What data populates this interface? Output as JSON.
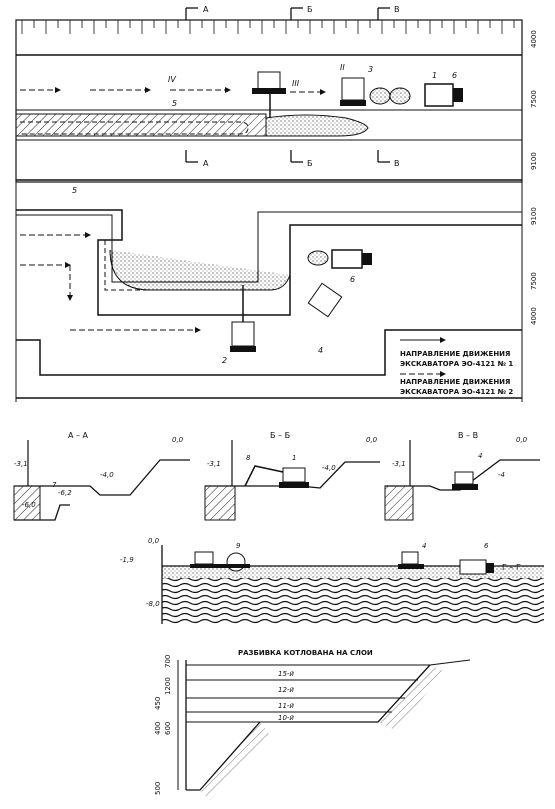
{
  "plan": {
    "sections": {
      "a": "А",
      "b": "Б",
      "v": "В"
    },
    "dims_top": [
      "4000",
      "7500",
      "9100"
    ],
    "dims_mid": [
      "9100",
      "7500",
      "4000"
    ],
    "markers_top": {
      "iv": "IV",
      "iii": "III",
      "ii": "II",
      "n3": "3",
      "n1": "1",
      "n6": "6",
      "n5": "5"
    },
    "markers_mid": {
      "n5": "5",
      "n6": "6",
      "n4": "4",
      "n2": "2"
    }
  },
  "legend": {
    "line1a": "НАПРАВЛЕНИЕ ДВИЖЕНИЯ",
    "line1b": "ЭКСКАВАТОРА ЭО-4121 № 1",
    "line2a": "НАПРАВЛЕНИЕ ДВИЖЕНИЯ",
    "line2b": "ЭКСКАВАТОРА ЭО-4121 № 2"
  },
  "sections": {
    "aa": {
      "title": "А – А",
      "l1": "-3,1",
      "l2": "-4,0",
      "l3": "0,0",
      "l4": "-6,0",
      "l5": "-6,2",
      "n7": "7"
    },
    "bb": {
      "title": "Б – Б",
      "l1": "-3,1",
      "l2": "-4,0",
      "l3": "0,0",
      "n8": "8",
      "n1": "1"
    },
    "vv": {
      "title": "В – В",
      "l1": "-3,1",
      "l2": "-4",
      "l3": "0,0",
      "n4": "4"
    },
    "gg": {
      "title": "Г – Г",
      "l1": "0,0",
      "l2": "-1,9",
      "l3": "-8,0",
      "n9": "9",
      "n4": "4",
      "n6": "6"
    }
  },
  "layers": {
    "title": "РАЗБИВКА КОТЛОВАНА НА СЛОИ",
    "items": [
      "15-й",
      "12-й",
      "11-й",
      "10-й"
    ],
    "dims": [
      "700",
      "1200",
      "450",
      "400",
      "600",
      "500"
    ]
  }
}
